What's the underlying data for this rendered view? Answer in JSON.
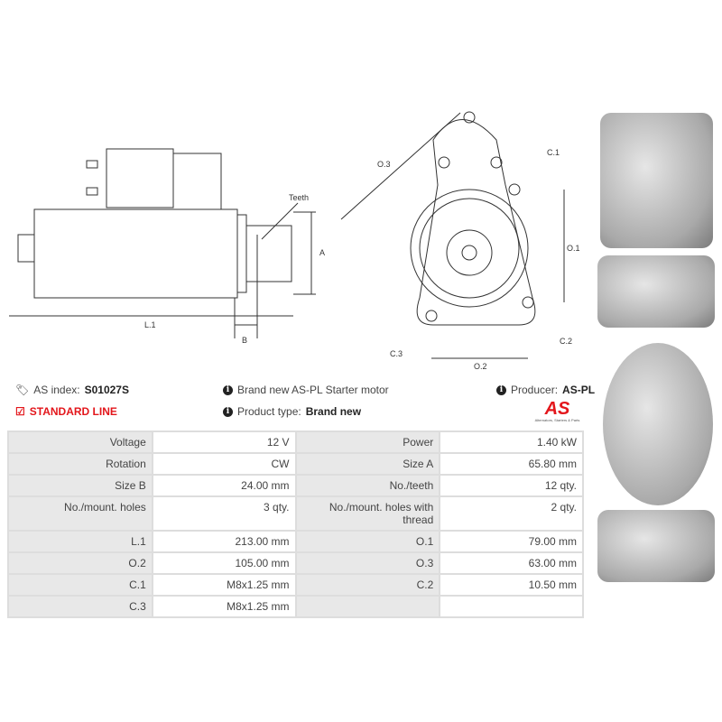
{
  "drawing": {
    "labels": {
      "teeth": "Teeth",
      "a": "A",
      "b": "B",
      "l1": "L.1",
      "o1": "O.1",
      "o2": "O.2",
      "o3": "O.3",
      "c1": "C.1",
      "c2": "C.2",
      "c3": "C.3"
    }
  },
  "info": {
    "as_index_label": "AS index:",
    "as_index_value": "S01027S",
    "standard_line": "STANDARD LINE",
    "description": "Brand new AS-PL Starter motor",
    "product_type_label": "Product type:",
    "product_type_value": "Brand new",
    "producer_label": "Producer:",
    "producer_value": "AS-PL",
    "logo_text": "AS",
    "logo_tagline": "Alternators, Starters & Parts",
    "accent_color": "#e3161b"
  },
  "specs": [
    [
      "Voltage",
      "12 V",
      "Power",
      "1.40 kW"
    ],
    [
      "Rotation",
      "CW",
      "Size A",
      "65.80 mm"
    ],
    [
      "Size B",
      "24.00 mm",
      "No./teeth",
      "12 qty."
    ],
    [
      "No./mount. holes",
      "3 qty.",
      "No./mount. holes with thread",
      "2 qty."
    ],
    [
      "L.1",
      "213.00 mm",
      "O.1",
      "79.00 mm"
    ],
    [
      "O.2",
      "105.00 mm",
      "O.3",
      "63.00 mm"
    ],
    [
      "C.1",
      "M8x1.25 mm",
      "C.2",
      "10.50 mm"
    ],
    [
      "C.3",
      "M8x1.25 mm",
      "",
      ""
    ]
  ]
}
